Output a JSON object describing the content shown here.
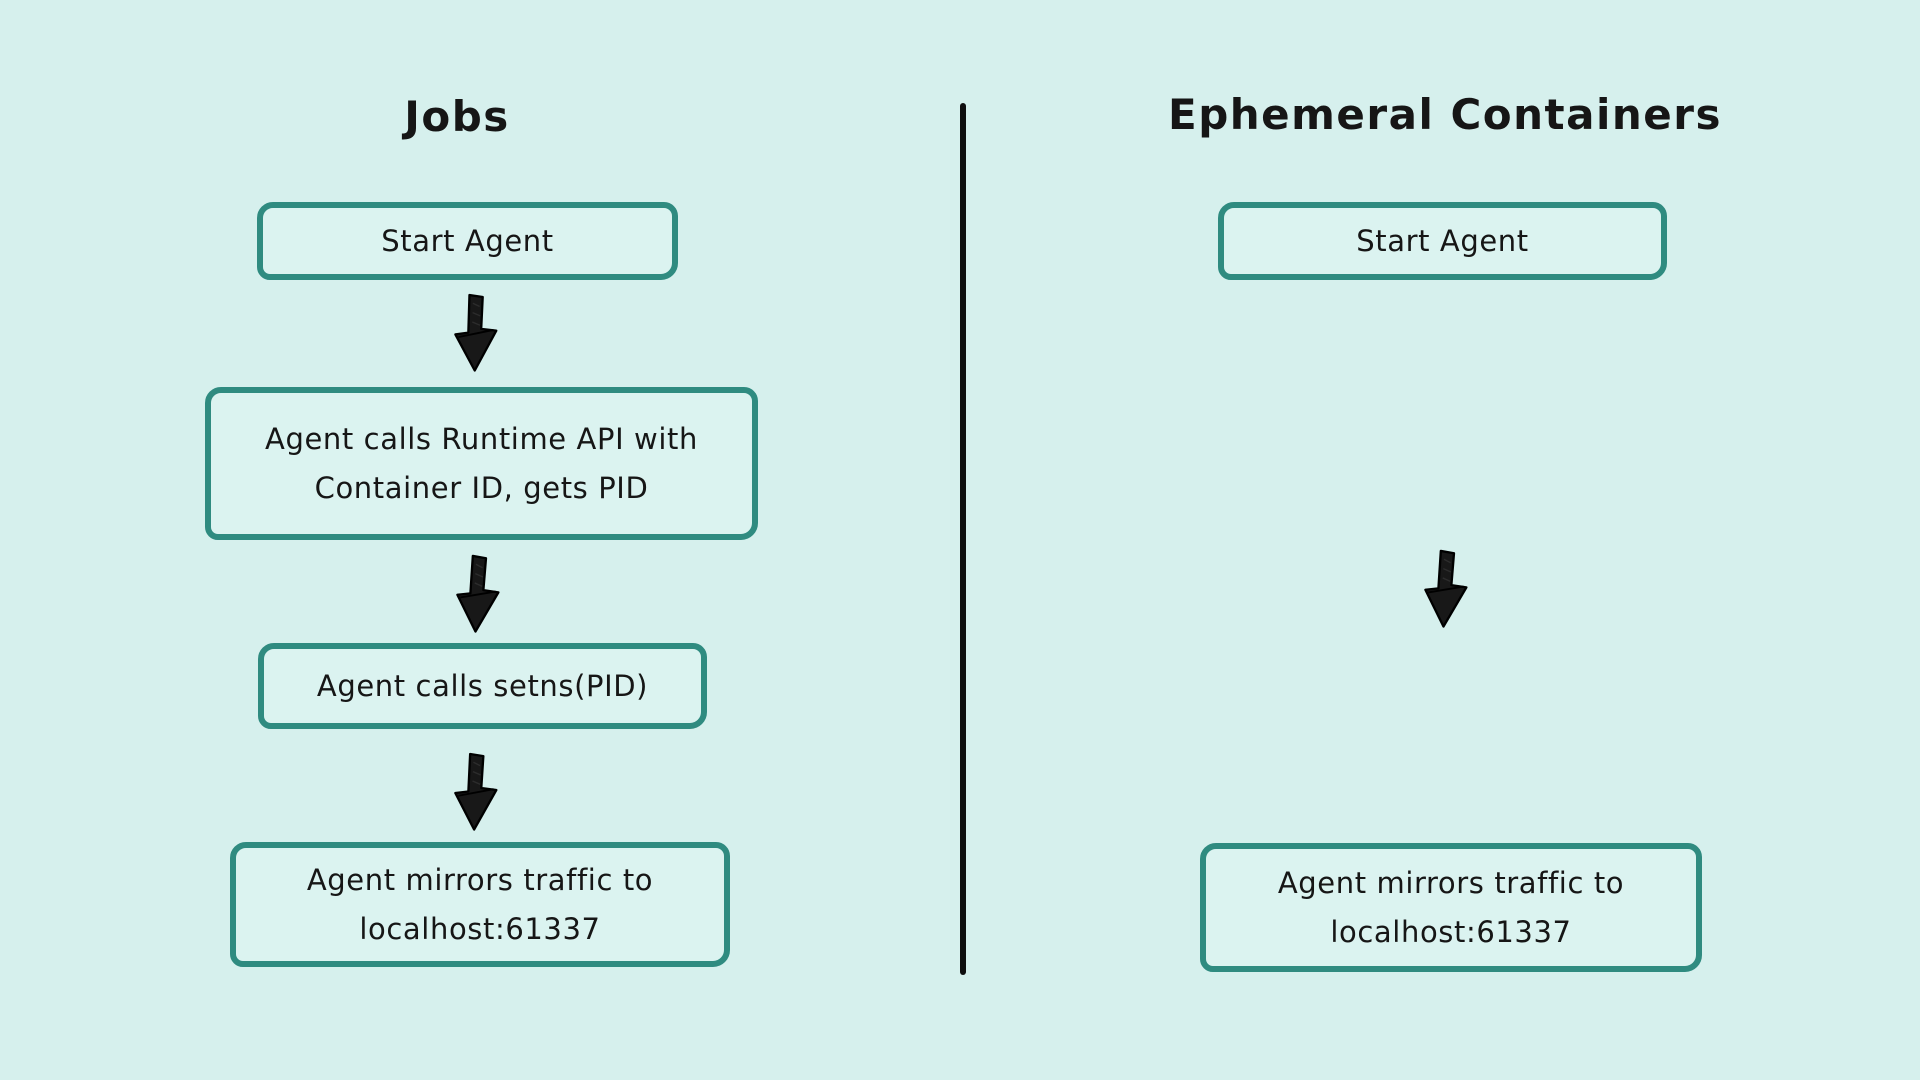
{
  "colors": {
    "background": "#d6f0ed",
    "node_border": "#2f8b80",
    "node_fill": "#dbf3f0",
    "divider": "#0f0f0f",
    "text": "#161616"
  },
  "icons": {
    "flow_arrow": "hand-drawn-down-arrow-icon"
  },
  "left_column": {
    "title": "Jobs",
    "steps": [
      {
        "lines": [
          "Start Agent"
        ]
      },
      {
        "lines": [
          "Agent calls Runtime API with",
          "Container ID, gets PID"
        ]
      },
      {
        "lines": [
          "Agent calls setns(PID)"
        ]
      },
      {
        "lines": [
          "Agent mirrors traffic to",
          "localhost:61337"
        ]
      }
    ]
  },
  "right_column": {
    "title": "Ephemeral Containers",
    "steps": [
      {
        "lines": [
          "Start Agent"
        ]
      },
      {
        "lines": [
          "Agent mirrors traffic to",
          "localhost:61337"
        ]
      }
    ]
  }
}
